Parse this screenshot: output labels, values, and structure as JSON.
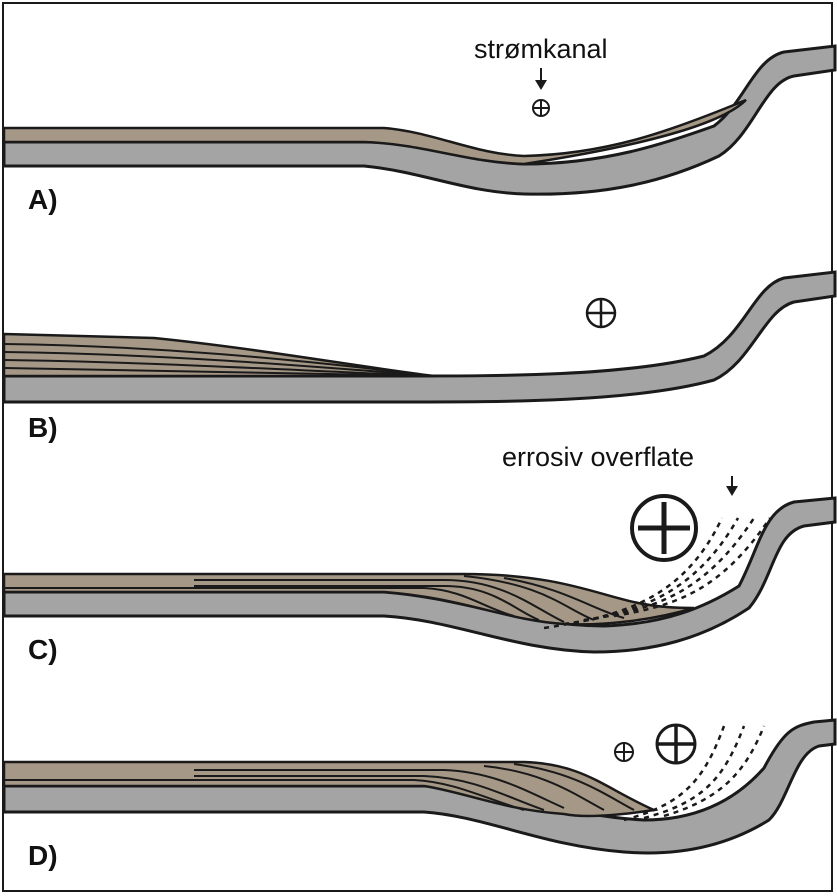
{
  "figure": {
    "panels": [
      {
        "label": "A)",
        "annotation": "strømkanal"
      },
      {
        "label": "B)",
        "annotation": ""
      },
      {
        "label": "C)",
        "annotation": "errosiv overflate"
      },
      {
        "label": "D)",
        "annotation": ""
      }
    ]
  },
  "icons": {
    "current_direction": "circled-plus-icon"
  },
  "colors": {
    "seabed": "#a4a4a4",
    "sediment": "#a69886",
    "line": "#1a1a1a",
    "background": "#ffffff"
  }
}
